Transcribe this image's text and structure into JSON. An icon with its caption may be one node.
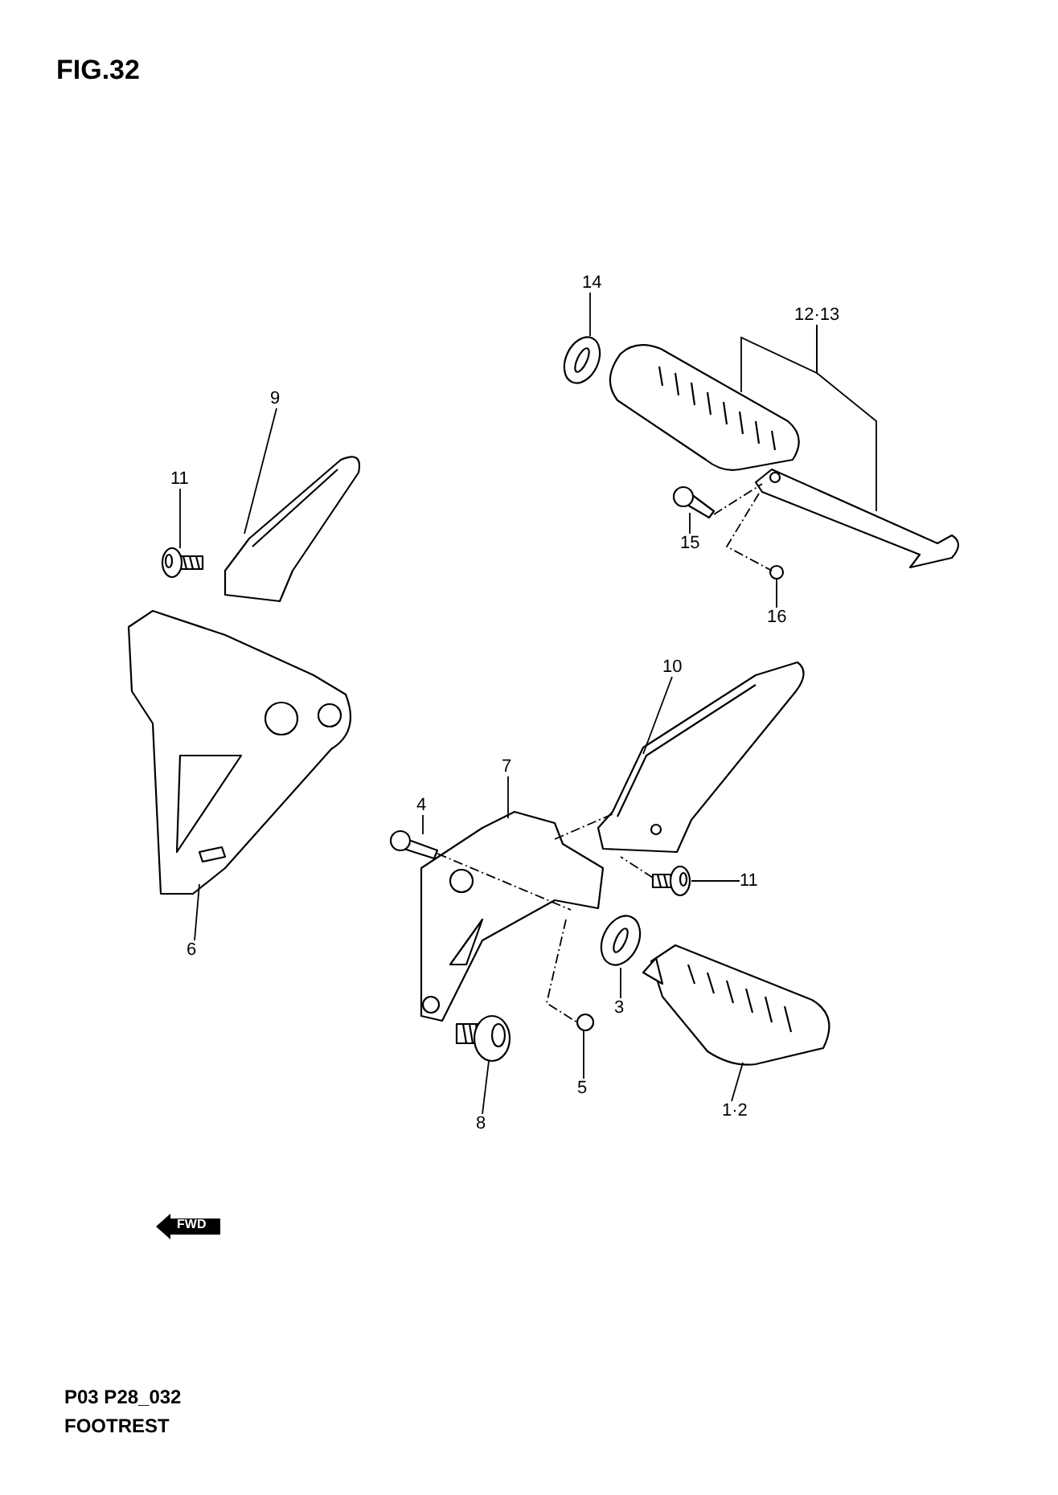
{
  "diagram": {
    "title": "FIG.32",
    "nodes": [
      {
        "text": [
          "14"
        ]
      },
      {
        "text": [
          "12·13"
        ]
      },
      {
        "text": [
          "9"
        ]
      },
      {
        "text": [
          "11"
        ]
      },
      {
        "text": [
          "15"
        ]
      },
      {
        "text": [
          "16"
        ]
      },
      {
        "text": [
          "10"
        ]
      },
      {
        "text": [
          "7"
        ]
      },
      {
        "text": [
          "4"
        ]
      },
      {
        "text": [
          "11"
        ]
      },
      {
        "text": [
          "6"
        ]
      },
      {
        "text": [
          "3"
        ]
      },
      {
        "text": [
          "5"
        ]
      },
      {
        "text": [
          "8"
        ]
      },
      {
        "text": [
          "1·2"
        ]
      },
      {
        "text": [],
        "shape": "picture"
      },
      {
        "text": [],
        "shape": "picture"
      },
      {
        "text": [],
        "shape": "picture"
      },
      {
        "text": [],
        "shape": "picture"
      },
      {
        "text": [],
        "shape": "picture"
      },
      {
        "text": [],
        "shape": "picture"
      },
      {
        "text": [],
        "shape": "picture"
      },
      {
        "text": [],
        "shape": "picture"
      },
      {
        "text": [],
        "shape": "picture"
      },
      {
        "text": [],
        "shape": "picture"
      },
      {
        "text": [],
        "shape": "picture"
      },
      {
        "text": [],
        "shape": "picture"
      },
      {
        "text": [],
        "shape": "picture"
      },
      {
        "text": [],
        "shape": "picture"
      },
      {
        "text": [],
        "shape": "picture"
      },
      {
        "text": [],
        "shape": "picture"
      }
    ],
    "edges": [
      {
        "from": 0,
        "to": 15,
        "arrow": "none"
      },
      {
        "from": 1,
        "to": 16,
        "arrow": "none"
      },
      {
        "from": 1,
        "to": 17,
        "arrow": "none"
      },
      {
        "from": 2,
        "to": 18,
        "arrow": "none"
      },
      {
        "from": 3,
        "to": 19,
        "arrow": "none"
      },
      {
        "from": 4,
        "to": 20,
        "arrow": "none"
      },
      {
        "from": 5,
        "to": 21,
        "arrow": "none"
      },
      {
        "from": 6,
        "to": 22,
        "arrow": "none"
      },
      {
        "from": 7,
        "to": 23,
        "arrow": "none"
      },
      {
        "from": 8,
        "to": 24,
        "arrow": "none"
      },
      {
        "from": 9,
        "to": 25,
        "arrow": "none"
      },
      {
        "from": 10,
        "to": 26,
        "arrow": "none"
      },
      {
        "from": 11,
        "to": 27,
        "arrow": "none"
      },
      {
        "from": 12,
        "to": 28,
        "arrow": "none"
      },
      {
        "from": 13,
        "to": 29,
        "arrow": "none"
      },
      {
        "from": 14,
        "to": 30,
        "arrow": "none"
      },
      {
        "from": 24,
        "to": 23,
        "arrow": "none",
        "style": "dashed"
      },
      {
        "from": 23,
        "to": 22,
        "arrow": "none",
        "style": "dashed"
      },
      {
        "from": 25,
        "to": 22,
        "arrow": "none",
        "style": "dashed"
      },
      {
        "from": 23,
        "to": 28,
        "arrow": "none",
        "style": "dashed"
      },
      {
        "from": 20,
        "to": 17,
        "arrow": "none",
        "style": "dashed"
      },
      {
        "from": 17,
        "to": 21,
        "arrow": "none",
        "style": "dashed"
      }
    ],
    "labels": [
      "FWD",
      "P03 P28_032",
      "FOOTREST"
    ]
  }
}
